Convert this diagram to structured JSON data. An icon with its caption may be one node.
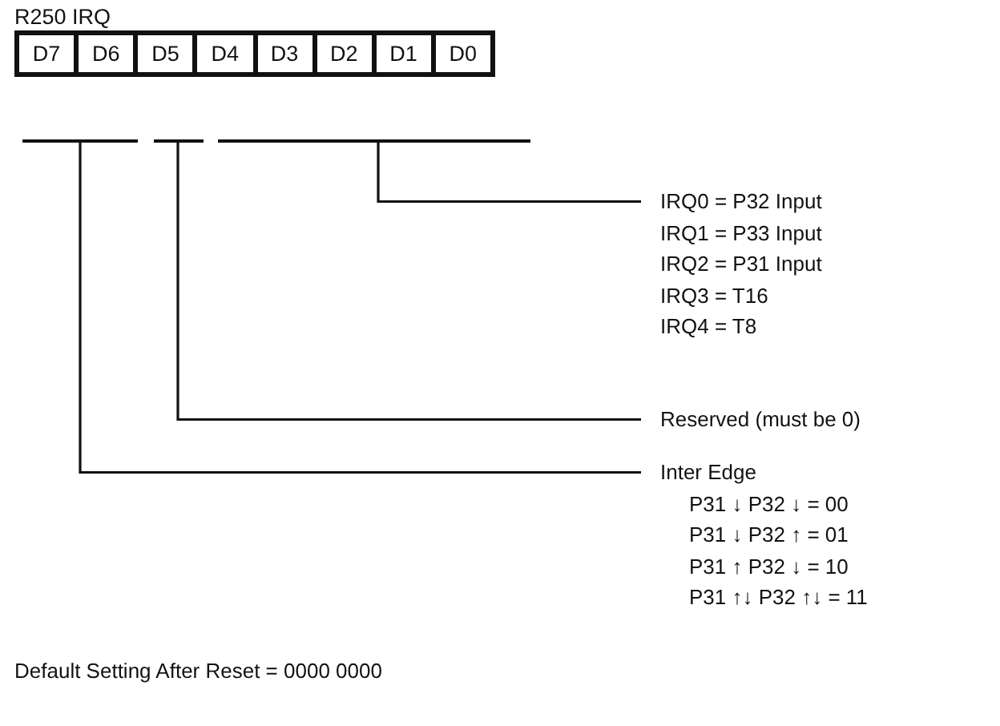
{
  "diagram": {
    "title": "R250 IRQ",
    "nodes": [
      {
        "text": [],
        "shape": "box"
      },
      {
        "text": [
          "D7"
        ],
        "in": 0
      },
      {
        "text": [
          "D6"
        ],
        "in": 0
      },
      {
        "text": [
          "D5"
        ],
        "in": 0
      },
      {
        "text": [
          "D4"
        ],
        "in": 0
      },
      {
        "text": [
          "D3"
        ],
        "in": 0
      },
      {
        "text": [
          "D2"
        ],
        "in": 0
      },
      {
        "text": [
          "D1"
        ],
        "in": 0
      },
      {
        "text": [
          "D0"
        ],
        "in": 0
      },
      {
        "text": [],
        "shape": "bar"
      },
      {
        "text": [],
        "shape": "bar"
      },
      {
        "text": [],
        "shape": "bar"
      },
      {
        "text": [
          "IRQ0 = P32 Input",
          "IRQ1 = P33 Input",
          "IRQ2 = P31 Input",
          "IRQ3 = T16",
          "IRQ4 = T8"
        ]
      },
      {
        "text": [
          "Reserved (must be 0)"
        ]
      },
      {
        "text": [
          "Inter Edge",
          "P31 ↓ P32 ↓ = 00",
          "P31 ↓ P32 ↑ = 01",
          "P31 ↑ P32 ↓ = 10",
          "P31 ↑↓ P32 ↑↓ = 11"
        ]
      }
    ],
    "edges": [
      {
        "from": 11,
        "to": 12,
        "arrow": "none"
      },
      {
        "from": 10,
        "to": 13,
        "arrow": "none"
      },
      {
        "from": 9,
        "to": 14,
        "arrow": "none"
      }
    ],
    "labels": [
      "Default Setting After Reset = 0000 0000"
    ]
  }
}
